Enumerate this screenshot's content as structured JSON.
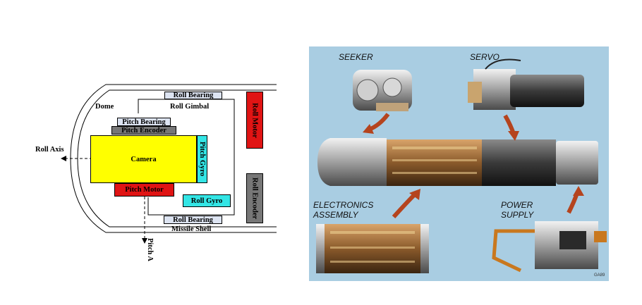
{
  "diagram": {
    "labels": {
      "dome": "Dome",
      "roll_axis": "Roll Axis",
      "pitch_axis": "Pitch A",
      "missile_shell": "Missile Shell",
      "roll_gimbal": "Roll Gimbal"
    },
    "components": {
      "roll_bearing_top": "Roll Bearing",
      "roll_bearing_bottom": "Roll Bearing",
      "pitch_bearing": "Pitch Bearing",
      "pitch_encoder": "Pitch Encoder",
      "camera": "Camera",
      "pitch_gyro": "Pitch Gyro",
      "pitch_motor": "Pitch Motor",
      "roll_gyro": "Roll Gyro",
      "roll_motor": "Roll Motor",
      "roll_encoder": "Roll Encoder"
    },
    "colors": {
      "camera": "#ffff00",
      "motor": "#e01414",
      "gyro": "#33e5e5",
      "encoder": "#777777",
      "bearing": "#dde4f2"
    }
  },
  "photo": {
    "labels": {
      "seeker": "SEEKER",
      "servo": "SERVO",
      "electronics_line1": "ELECTRONICS",
      "electronics_line2": "ASSEMBLY",
      "power_line1": "POWER",
      "power_line2": "SUPPLY",
      "corner_code": "GA89"
    },
    "colors": {
      "background": "#a9cde2",
      "arrow": "#b5441e"
    }
  }
}
